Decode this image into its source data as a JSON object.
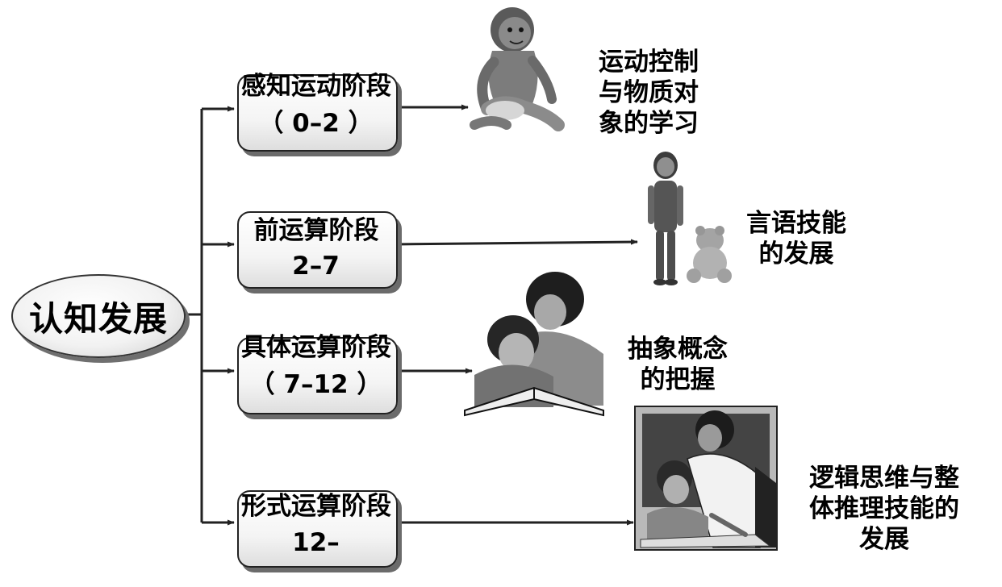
{
  "diagram": {
    "root": {
      "label": "认知发展"
    },
    "stages": [
      {
        "name": "感知运动阶段",
        "range": "（ 0–2 ）",
        "outcome": "运动控制\n与物质对\n象的学习",
        "illustration": "sitting-baby"
      },
      {
        "name": "前运算阶段",
        "range": "2–7",
        "outcome": "言语技能\n的发展",
        "illustration": "girl-with-teddy-bear"
      },
      {
        "name": "具体运算阶段",
        "range": "（ 7–12 ）",
        "outcome": "抽象概念\n的把握",
        "illustration": "mother-reading-with-child"
      },
      {
        "name": "形式运算阶段",
        "range": "12–",
        "outcome": "逻辑思维与整\n体推理技能的\n发展",
        "illustration": "teacher-helping-student"
      }
    ]
  }
}
